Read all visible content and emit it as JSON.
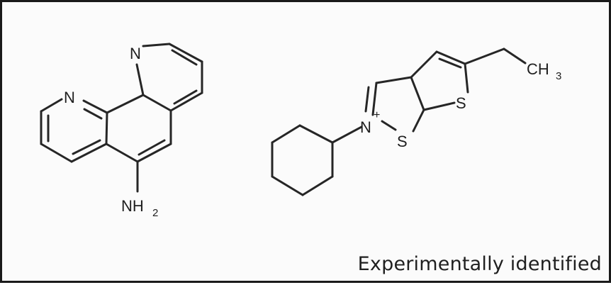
{
  "caption": "Experimentally identified",
  "molecule_left": {
    "atoms": {
      "n1": "N",
      "n2": "N",
      "nh": "NH",
      "nh_sub": "2"
    }
  },
  "molecule_right": {
    "atoms": {
      "n_plus": "N",
      "plus": "+",
      "s_ring": "S",
      "s_thiophene": "S",
      "ch": "CH",
      "ch_sub": "3"
    }
  }
}
